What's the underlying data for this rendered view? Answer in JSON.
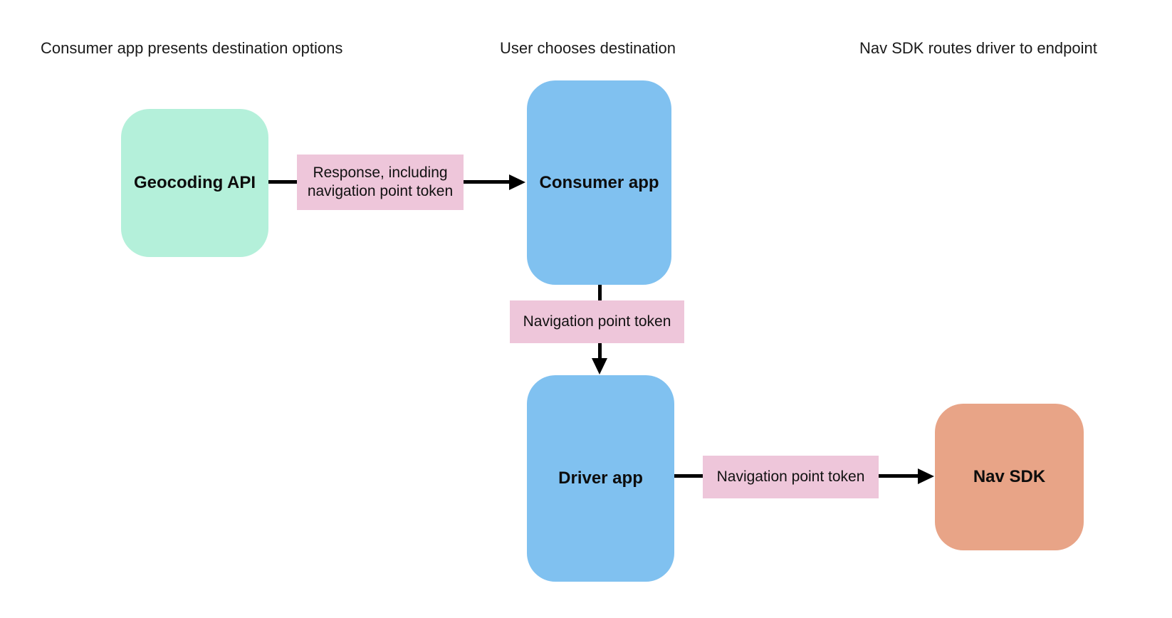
{
  "diagram": {
    "type": "flowchart",
    "background_color": "#ffffff",
    "headers": [
      {
        "label": "Consumer app presents destination options"
      },
      {
        "label": "User chooses destination"
      },
      {
        "label": "Nav SDK routes driver to endpoint"
      }
    ],
    "nodes": [
      {
        "id": "geocoding-api",
        "label": "Geocoding API",
        "color": "#b4f0da",
        "shape": "rounded-rect"
      },
      {
        "id": "consumer-app",
        "label": "Consumer app",
        "color": "#80c1f0",
        "shape": "rounded-rect"
      },
      {
        "id": "driver-app",
        "label": "Driver app",
        "color": "#80c1f0",
        "shape": "rounded-rect"
      },
      {
        "id": "nav-sdk",
        "label": "Nav SDK",
        "color": "#e8a487",
        "shape": "rounded-rect"
      }
    ],
    "edges": [
      {
        "from": "geocoding-api",
        "to": "consumer-app",
        "direction": "right",
        "label": "Response, including navigation point token"
      },
      {
        "from": "consumer-app",
        "to": "driver-app",
        "direction": "down",
        "label": "Navigation point token"
      },
      {
        "from": "driver-app",
        "to": "nav-sdk",
        "direction": "right",
        "label": "Navigation point token"
      }
    ],
    "colors": {
      "edge_label_background": "#eec6da",
      "arrow": "#000000",
      "header_text": "#1a1a1a",
      "node_text": "#0d0d0d"
    }
  }
}
